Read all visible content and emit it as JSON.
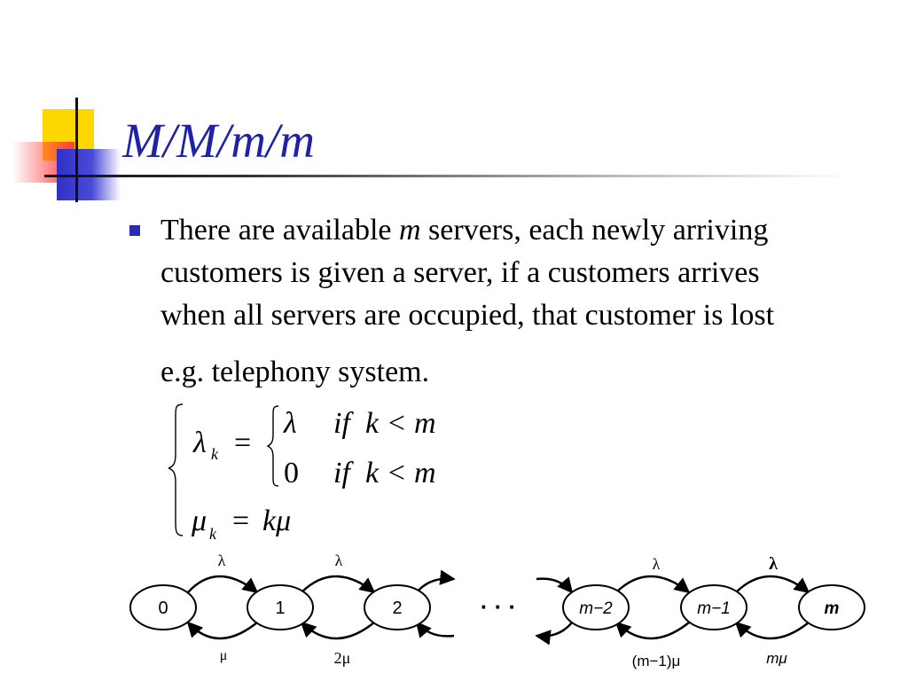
{
  "slide": {
    "title": "M/M/m/m",
    "bullet": {
      "before": "There are available ",
      "var": "m",
      "after": " servers, each newly arriving\ncustomers is given a server, if a customers arrives\nwhen all servers are occupied, that customer is lost"
    },
    "example": "e.g. telephony  system.",
    "colors": {
      "title": "#1f22a8",
      "bullet": "#2a2ab0",
      "text": "#000000"
    }
  },
  "formula": {
    "lambda_k": "λ",
    "lambda_sub": "k",
    "eq1": "=",
    "case1_value": "λ",
    "case1_if": "if",
    "case1_cond": "k < m",
    "case2_value": "0",
    "case2_if": "if",
    "case2_cond": "k < m",
    "mu_k": "μ",
    "mu_sub": "k",
    "eq2": "=",
    "mu_rhs": "kμ"
  },
  "diagram": {
    "states": [
      "0",
      "1",
      "2",
      "m−2",
      "m−1",
      "m"
    ],
    "ellipsis": "· · ·",
    "arrival_labels": [
      "λ",
      "λ",
      "λ",
      "λ"
    ],
    "departure_labels": [
      "μ",
      "2μ",
      "(m−1)μ",
      "mμ"
    ]
  }
}
